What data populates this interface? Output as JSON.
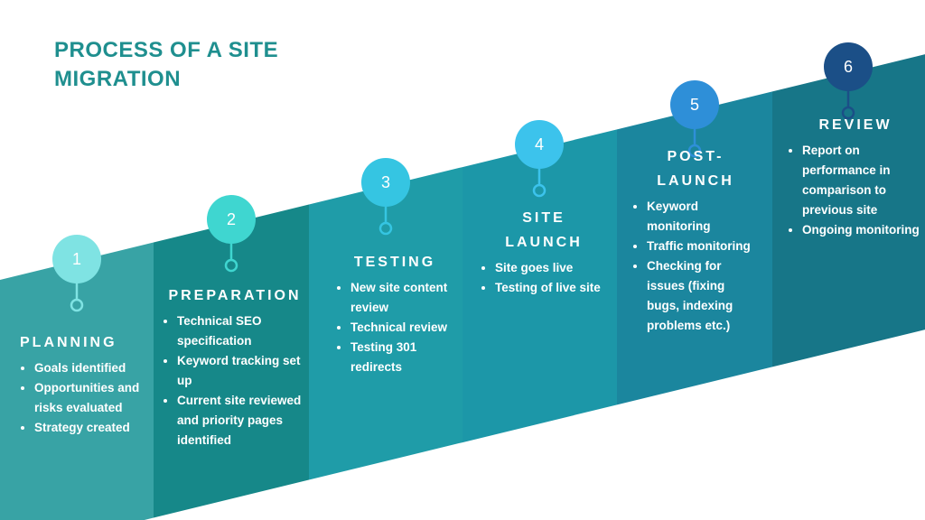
{
  "title": "PROCESS OF A SITE MIGRATION",
  "steps": [
    {
      "number": "1",
      "name": "PLANNING",
      "items": [
        "Goals identified",
        "Opportunities and risks evaluated",
        "Strategy created"
      ],
      "band_color": "#38a3a5",
      "circle_color": "#7fe3e3"
    },
    {
      "number": "2",
      "name": "PREPARATION",
      "items": [
        "Technical SEO specification",
        "Keyword tracking set up",
        "Current site reviewed  and priority pages identified"
      ],
      "band_color": "#168889",
      "circle_color": "#3fd6d0"
    },
    {
      "number": "3",
      "name": "TESTING",
      "items": [
        "New site content review",
        "Technical review",
        "Testing 301 redirects"
      ],
      "band_color": "#1f9ca8",
      "circle_color": "#35c5e2"
    },
    {
      "number": "4",
      "name": "SITE LAUNCH",
      "items": [
        "Site goes live",
        "Testing of live site"
      ],
      "band_color": "#1c97a8",
      "circle_color": "#3cc3ec"
    },
    {
      "number": "5",
      "name": "POST-LAUNCH",
      "items": [
        "Keyword monitoring",
        "Traffic monitoring",
        "Checking for issues (fixing bugs, indexing problems etc.)"
      ],
      "band_color": "#1b869e",
      "circle_color": "#2e8fd8"
    },
    {
      "number": "6",
      "name": "REVIEW",
      "items": [
        "Report on performance in comparison to previous site",
        "Ongoing monitoring"
      ],
      "band_color": "#177688",
      "circle_color": "#1b4f87"
    }
  ]
}
